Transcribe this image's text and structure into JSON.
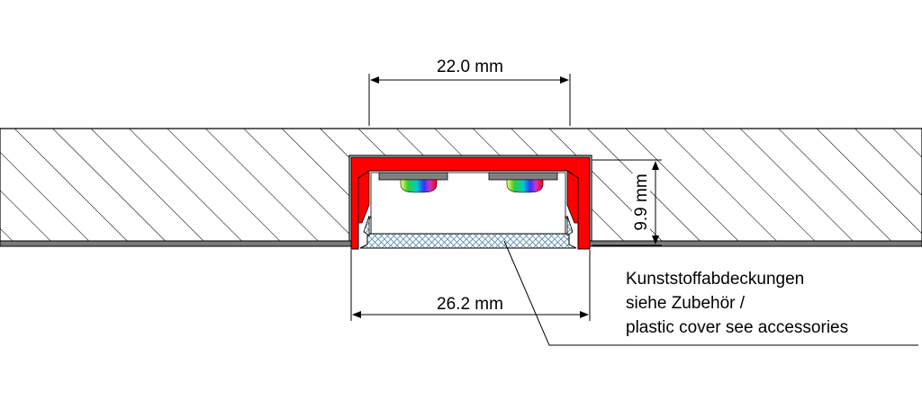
{
  "dimensions": {
    "top_width": "22.0 mm",
    "bottom_width": "26.2 mm",
    "depth": "9.9 mm"
  },
  "note": {
    "line1": "Kunststoffabdeckungen",
    "line2": "siehe Zubehör /",
    "line3": "plastic cover see accessories"
  },
  "colors": {
    "profile": "#ff0000",
    "led_chip": "#808080",
    "cover_hatch": "#5a8fb0",
    "hatch": "#000000"
  }
}
